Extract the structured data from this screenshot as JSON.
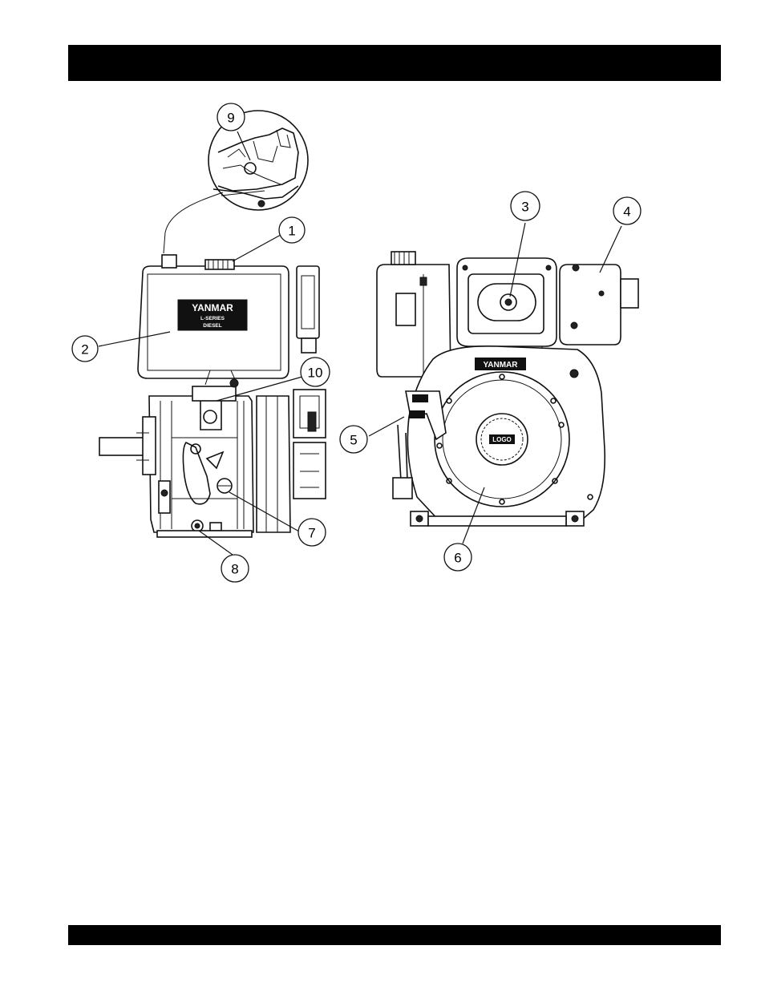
{
  "header": {
    "title": ""
  },
  "footer": {
    "text": ""
  },
  "colors": {
    "bars": "#000000",
    "background": "#ffffff",
    "ink": "#111111"
  },
  "left_view": {
    "tank_logo_brand": "YANMAR",
    "tank_logo_sub1": "L-SERIES",
    "tank_logo_sub2": "DIESEL"
  },
  "right_view": {
    "shroud_logo": "YANMAR",
    "starter_cap_logo": "LOGO"
  },
  "callouts": [
    {
      "id": "c1",
      "number": "1"
    },
    {
      "id": "c2",
      "number": "2"
    },
    {
      "id": "c3",
      "number": "3"
    },
    {
      "id": "c4",
      "number": "4"
    },
    {
      "id": "c5",
      "number": "5"
    },
    {
      "id": "c6",
      "number": "6"
    },
    {
      "id": "c7",
      "number": "7"
    },
    {
      "id": "c8",
      "number": "8"
    },
    {
      "id": "c9",
      "number": "9"
    },
    {
      "id": "c10",
      "number": "10"
    }
  ]
}
